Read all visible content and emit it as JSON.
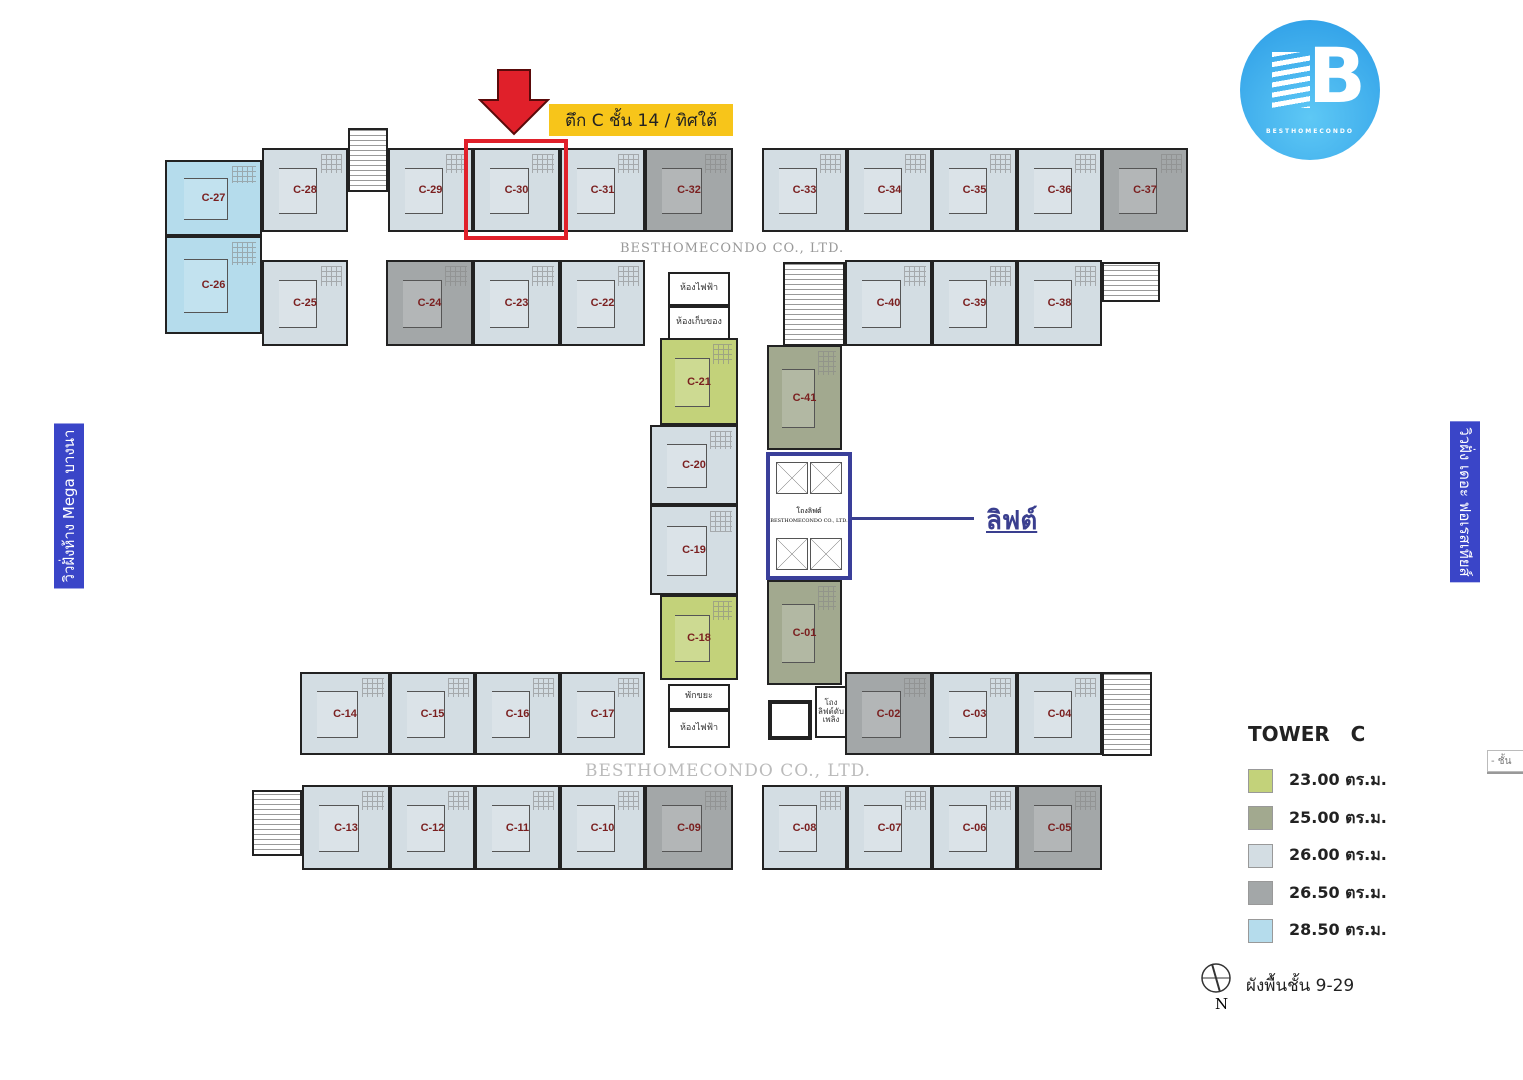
{
  "callout": {
    "text": "ตึก C ชั้น 14 / ทิศใต้",
    "highlight_unit": "C-30"
  },
  "logo": {
    "text": "BESTHOMECONDO",
    "letter": "B"
  },
  "watermarks": [
    "BESTHOMECONDO CO., LTD.",
    "BESTHOMECONDO CO., LTD."
  ],
  "views": {
    "left": "วิวฝั่งห้าง Mega บางนา",
    "right": "วิวฝั่ง เดอะ ฟอเรสเทียส์"
  },
  "lift": {
    "label": "ลิฟต์",
    "lobby": "โถงลิฟต์",
    "watermark": "BESTHOMECONDO CO., LTD."
  },
  "rooms": {
    "electric1": "ห้องไฟฟ้า",
    "storage": "ห้องเก็บของ",
    "garbage": "พักขยะ",
    "electric2": "ห้องไฟฟ้า",
    "fire_lift": "โถงลิฟต์ดับเพลิง"
  },
  "legend": {
    "title": "TOWER   C",
    "items": [
      {
        "label": "23.00  ตร.ม.",
        "color": "#c3d27a"
      },
      {
        "label": "25.00  ตร.ม.",
        "color": "#a2a98f"
      },
      {
        "label": "26.00  ตร.ม.",
        "color": "#d3dde3"
      },
      {
        "label": "26.50  ตร.ม.",
        "color": "#a3a7a8"
      },
      {
        "label": "28.50  ตร.ม.",
        "color": "#b5dcec"
      }
    ],
    "north": "N",
    "floors": "ผังพื้นชั้น 9-29"
  },
  "side_tab": "- ชั้น",
  "units": [
    {
      "label": "C-28",
      "type": 2
    },
    {
      "label": "C-29",
      "type": 2
    },
    {
      "label": "C-30",
      "type": 2
    },
    {
      "label": "C-31",
      "type": 2
    },
    {
      "label": "C-32",
      "type": 3
    },
    {
      "label": "C-33",
      "type": 2
    },
    {
      "label": "C-34",
      "type": 2
    },
    {
      "label": "C-35",
      "type": 2
    },
    {
      "label": "C-36",
      "type": 2
    },
    {
      "label": "C-37",
      "type": 3
    },
    {
      "label": "C-27",
      "type": 4
    },
    {
      "label": "C-26",
      "type": 4
    },
    {
      "label": "C-25",
      "type": 2
    },
    {
      "label": "C-24",
      "type": 3
    },
    {
      "label": "C-23",
      "type": 2
    },
    {
      "label": "C-22",
      "type": 2
    },
    {
      "label": "C-40",
      "type": 2
    },
    {
      "label": "C-39",
      "type": 2
    },
    {
      "label": "C-38",
      "type": 2
    },
    {
      "label": "C-21",
      "type": 0
    },
    {
      "label": "C-20",
      "type": 2
    },
    {
      "label": "C-19",
      "type": 2
    },
    {
      "label": "C-18",
      "type": 0
    },
    {
      "label": "C-41",
      "type": 1
    },
    {
      "label": "C-01",
      "type": 1
    },
    {
      "label": "C-14",
      "type": 2
    },
    {
      "label": "C-15",
      "type": 2
    },
    {
      "label": "C-16",
      "type": 2
    },
    {
      "label": "C-17",
      "type": 2
    },
    {
      "label": "C-02",
      "type": 3
    },
    {
      "label": "C-03",
      "type": 2
    },
    {
      "label": "C-04",
      "type": 2
    },
    {
      "label": "C-13",
      "type": 2
    },
    {
      "label": "C-12",
      "type": 2
    },
    {
      "label": "C-11",
      "type": 2
    },
    {
      "label": "C-10",
      "type": 2
    },
    {
      "label": "C-09",
      "type": 3
    },
    {
      "label": "C-08",
      "type": 2
    },
    {
      "label": "C-07",
      "type": 2
    },
    {
      "label": "C-06",
      "type": 2
    },
    {
      "label": "C-05",
      "type": 3
    }
  ]
}
